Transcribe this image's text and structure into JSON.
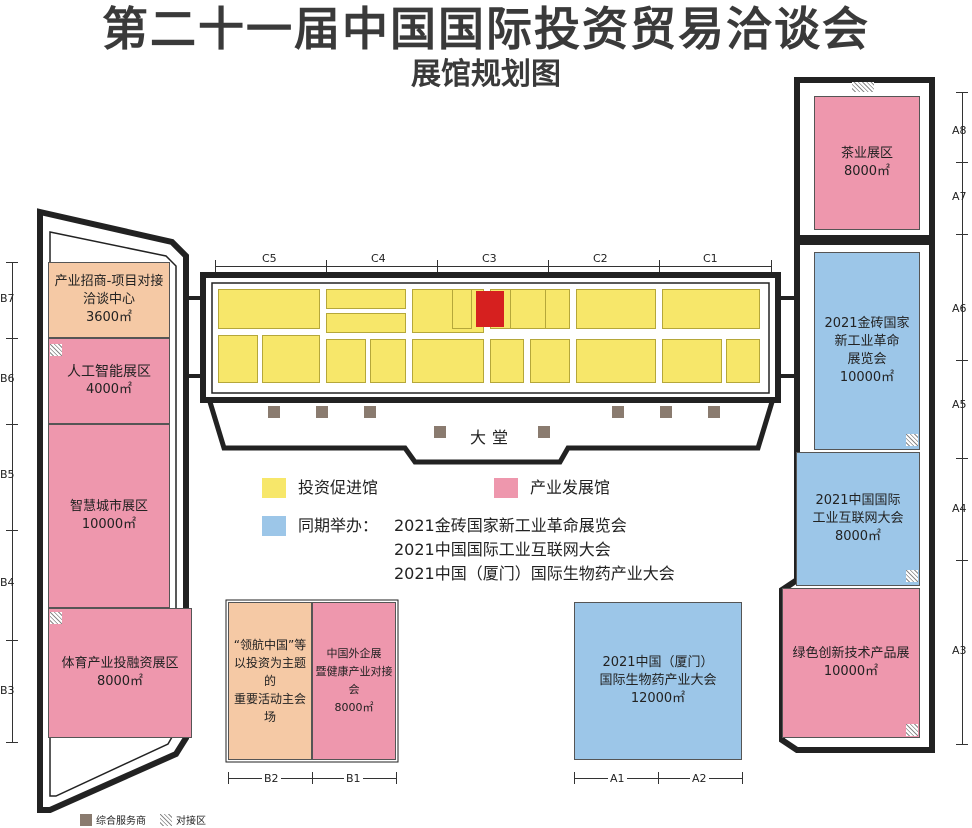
{
  "header": {
    "title": "第二十一届中国国际投资贸易洽谈会",
    "subtitle": "展馆规划图"
  },
  "columns_top": [
    "C5",
    "C4",
    "C3",
    "C2",
    "C1"
  ],
  "rows_left": [
    "B7",
    "B6",
    "B5",
    "B4",
    "B3"
  ],
  "rows_right": [
    "A8",
    "A7",
    "A6",
    "A5",
    "A4",
    "A3"
  ],
  "columns_bottom_b": [
    "B2",
    "B1"
  ],
  "columns_bottom_a": [
    "A1",
    "A2"
  ],
  "halls": {
    "b7": {
      "name": "产业招商-项目对接",
      "name2": "洽谈中心",
      "area": "3600㎡"
    },
    "b6": {
      "name": "人工智能展区",
      "area": "4000㎡"
    },
    "b5": {
      "name": "智慧城市展区",
      "area": "10000㎡"
    },
    "b3": {
      "name": "体育产业投融资展区",
      "area": "8000㎡"
    },
    "b2": {
      "name": "“领航中国”等",
      "name2": "以投资为主题的",
      "name3": "重要活动主会场"
    },
    "b1": {
      "name": "中国外企展",
      "name2": "暨健康产业对接会",
      "area": "8000㎡"
    },
    "a8": {
      "name": "茶业展区",
      "area": "8000㎡"
    },
    "a6": {
      "name": "2021金砖国家",
      "name2": "新工业革命",
      "name3": "展览会",
      "area": "10000㎡"
    },
    "a4": {
      "name": "2021中国国际",
      "name2": "工业互联网大会",
      "area": "8000㎡"
    },
    "a3": {
      "name": "绿色创新技术产品展",
      "area": "10000㎡"
    },
    "a1": {
      "name": "2021中国（厦门）",
      "name2": "国际生物药产业大会",
      "area": "12000㎡"
    }
  },
  "lobby": "大堂",
  "legend": {
    "investment": "投资促进馆",
    "industry": "产业发展馆",
    "concurrent_label": "同期举办：",
    "concurrent": [
      "2021金砖国家新工业革命展览会",
      "2021中国国际工业互联网大会",
      "2021中国（厦门）国际生物药产业大会"
    ],
    "service": "综合服务商",
    "meeting": "对接区"
  },
  "colors": {
    "investment": "#f7e76a",
    "industry": "#ee97ad",
    "concurrent": "#9cc6e8",
    "events": "#f5c9a5",
    "highlight": "#d6201f"
  }
}
